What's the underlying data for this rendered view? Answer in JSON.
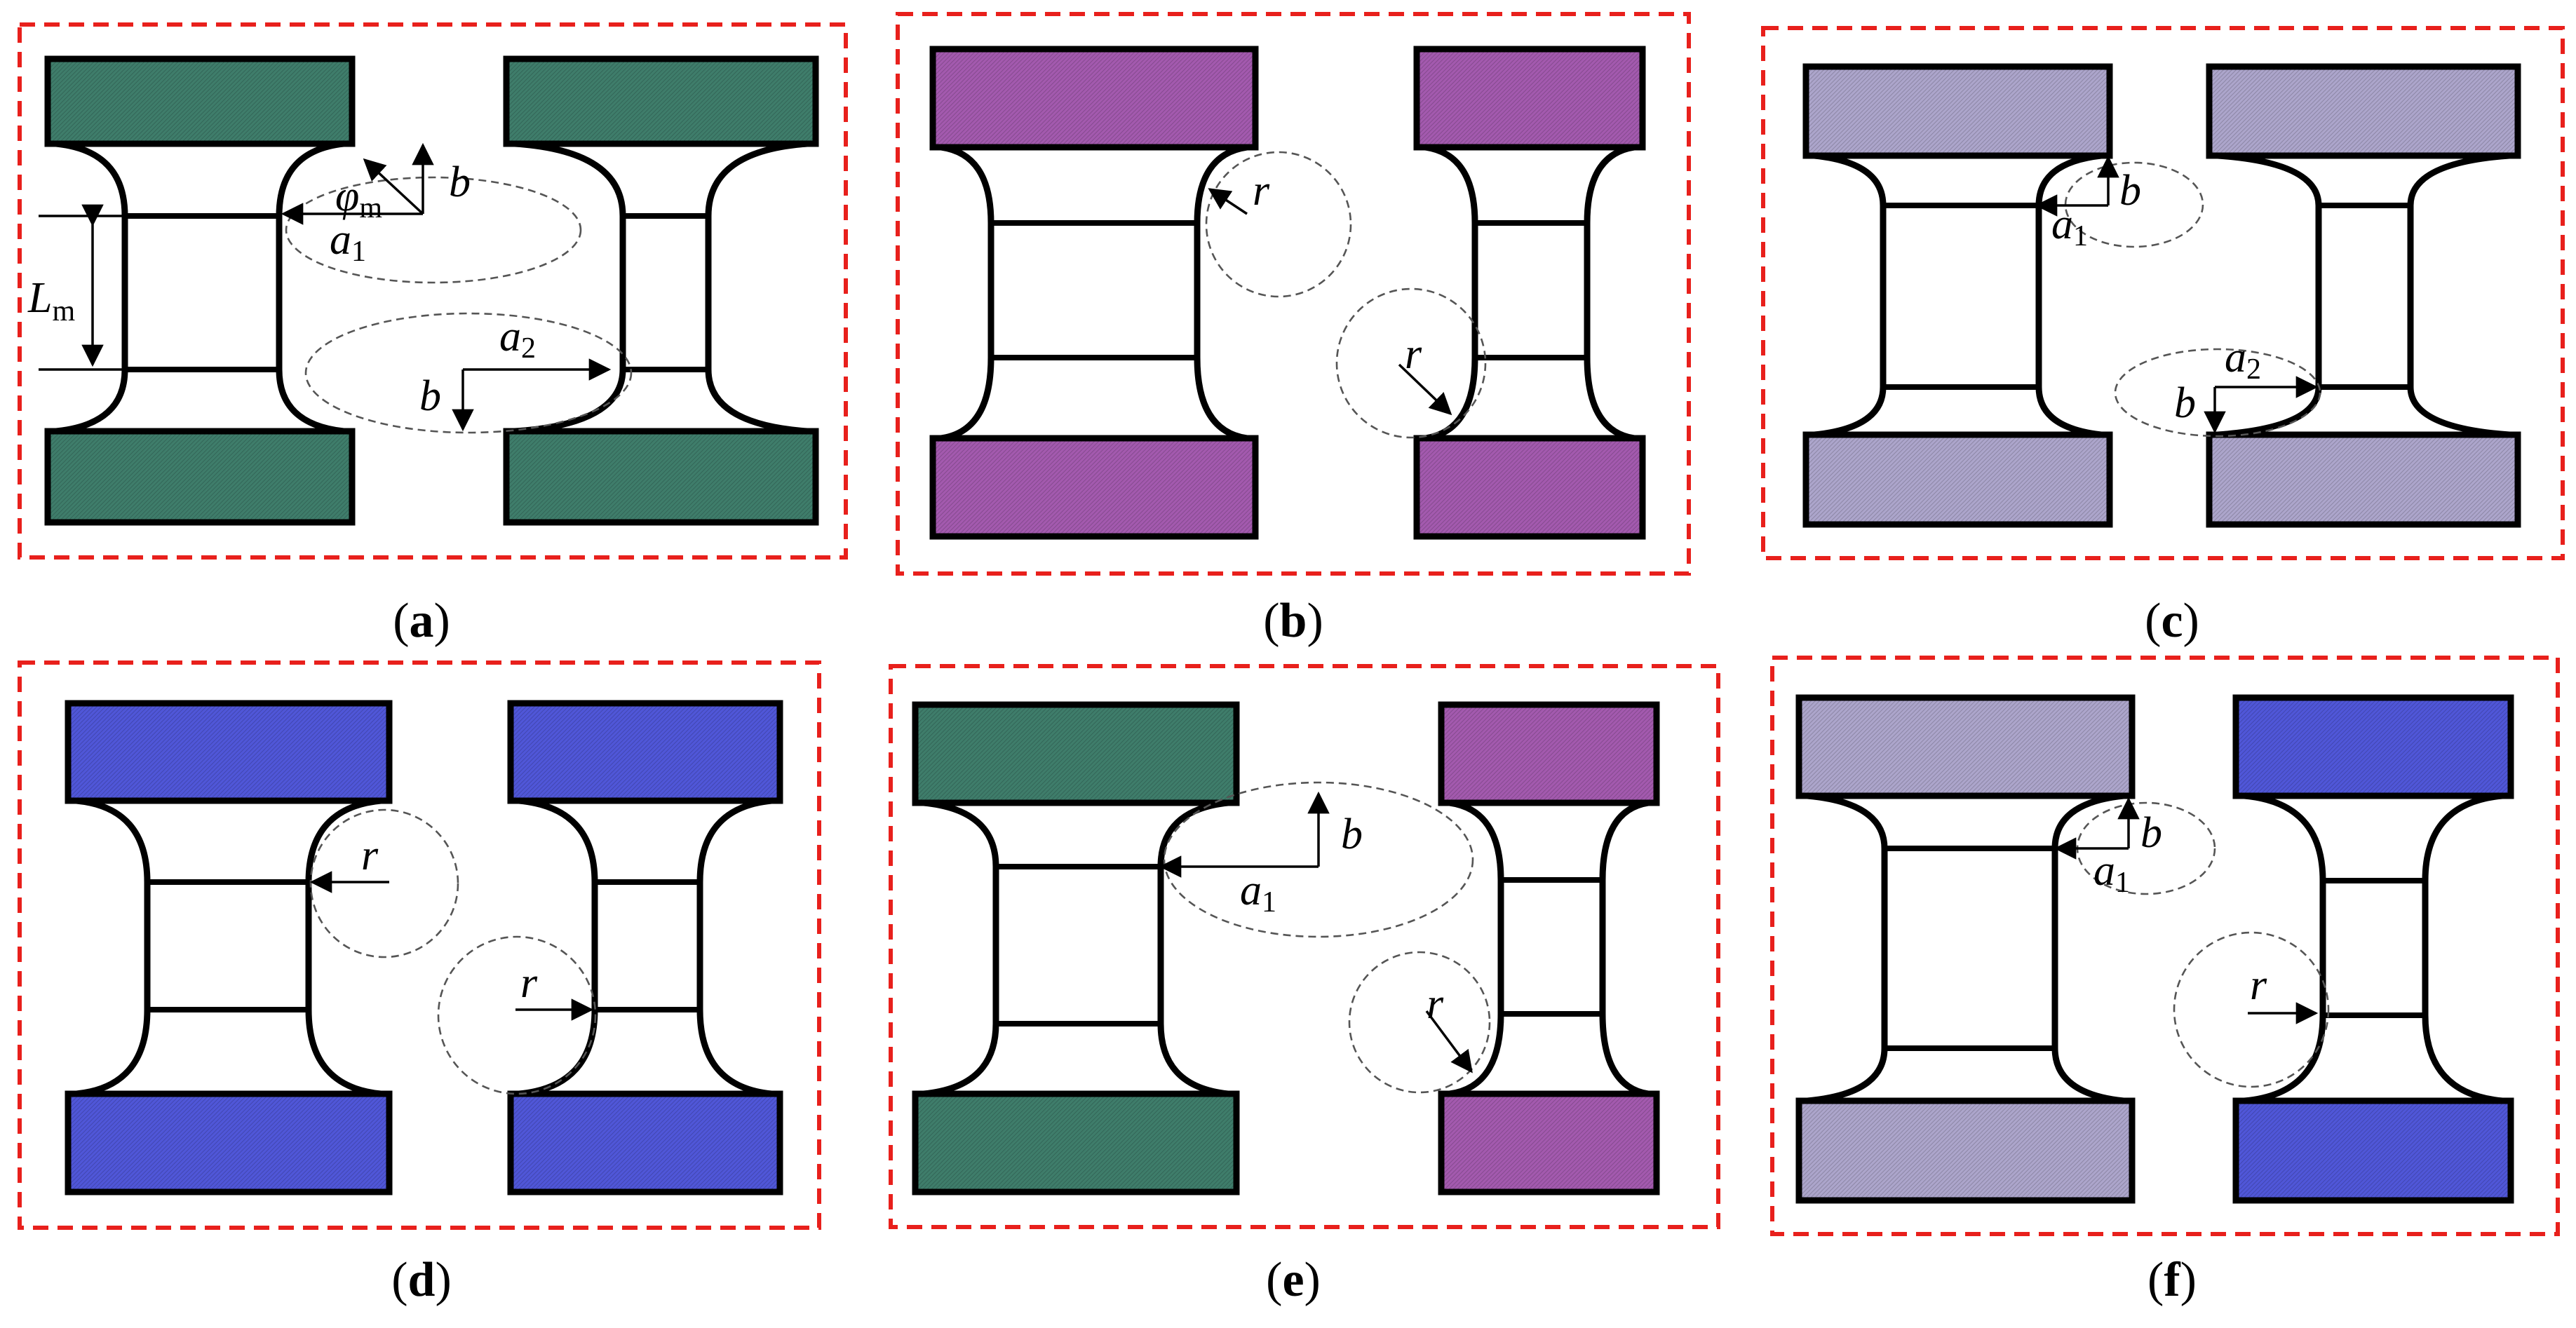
{
  "colors": {
    "frame": "#e8201c",
    "teal": "#3f7d6b",
    "magenta": "#a35aae",
    "lavender": "#aca5cb",
    "blue": "#5057d8"
  },
  "panels": [
    {
      "id": "a",
      "caption_open": "(",
      "caption_letter": "a",
      "caption_close": ")",
      "left_color": "teal",
      "right_color": "teal"
    },
    {
      "id": "b",
      "caption_open": "(",
      "caption_letter": "b",
      "caption_close": ")",
      "left_color": "magenta",
      "right_color": "magenta"
    },
    {
      "id": "c",
      "caption_open": "(",
      "caption_letter": "c",
      "caption_close": ")",
      "left_color": "lavender",
      "right_color": "lavender"
    },
    {
      "id": "d",
      "caption_open": "(",
      "caption_letter": "d",
      "caption_close": ")",
      "left_color": "blue",
      "right_color": "blue"
    },
    {
      "id": "e",
      "caption_open": "(",
      "caption_letter": "e",
      "caption_close": ")",
      "left_color": "teal",
      "right_color": "magenta"
    },
    {
      "id": "f",
      "caption_open": "(",
      "caption_letter": "f",
      "caption_close": ")",
      "left_color": "lavender",
      "right_color": "blue"
    }
  ],
  "labels": {
    "L": "L",
    "m_sub": "m",
    "phi": "φ",
    "m_sub_italic": "m",
    "a": "a",
    "one": "1",
    "two": "2",
    "b": "b",
    "r": "r"
  }
}
